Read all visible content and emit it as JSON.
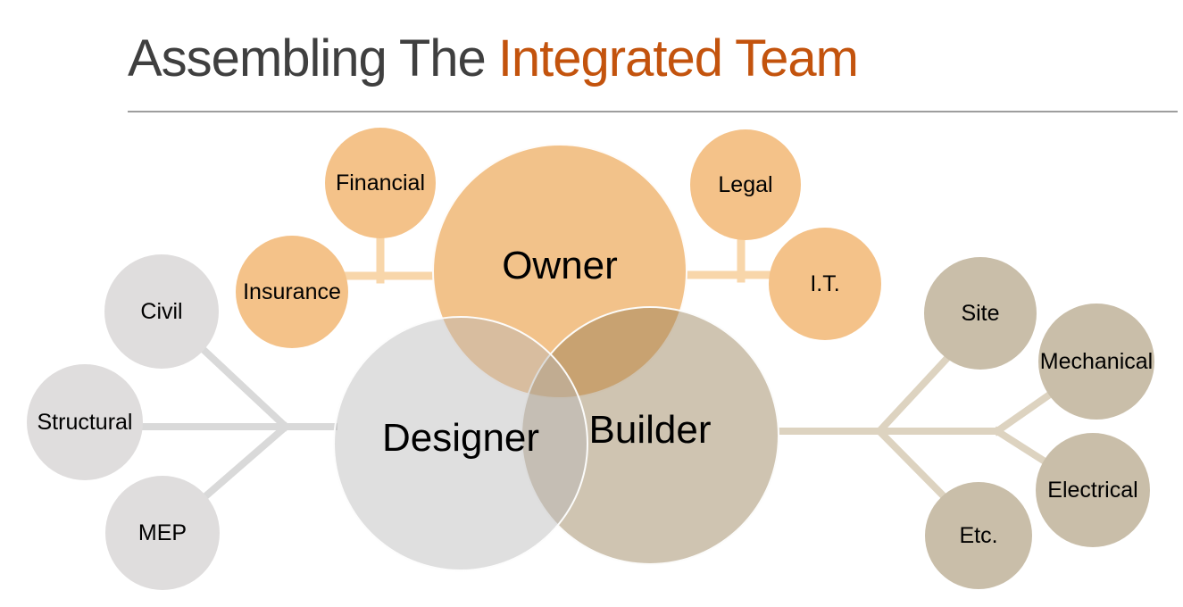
{
  "slide": {
    "title": {
      "regular": "Assembling The",
      "accent": "Integrated Team"
    }
  },
  "colors": {
    "title_regular": "#3F3F3F",
    "title_accent": "#C3530D",
    "divider_gray": "#9E9E9E",
    "owner_orange": "#F2C28A",
    "orange_satellite": "#F4C289",
    "orange_connector": "#F8D6AA",
    "designer_gray": "#DFDDDD",
    "gray_connector": "#D9D9D9",
    "builder_tan": "#C9BEA9",
    "tan_connector": "#DDD3C0",
    "label_text": "#000000"
  },
  "diagram": {
    "owner": {
      "label": "Owner",
      "satellites": [
        {
          "label": "Financial"
        },
        {
          "label": "Insurance"
        },
        {
          "label": "Legal"
        },
        {
          "label": "I.T."
        }
      ]
    },
    "designer": {
      "label": "Designer",
      "satellites": [
        {
          "label": "Civil"
        },
        {
          "label": "Structural"
        },
        {
          "label": "MEP"
        }
      ]
    },
    "builder": {
      "label": "Builder",
      "satellites": [
        {
          "label": "Site"
        },
        {
          "label": "Mechanical"
        },
        {
          "label": "Electrical"
        },
        {
          "label": "Etc."
        }
      ]
    }
  }
}
